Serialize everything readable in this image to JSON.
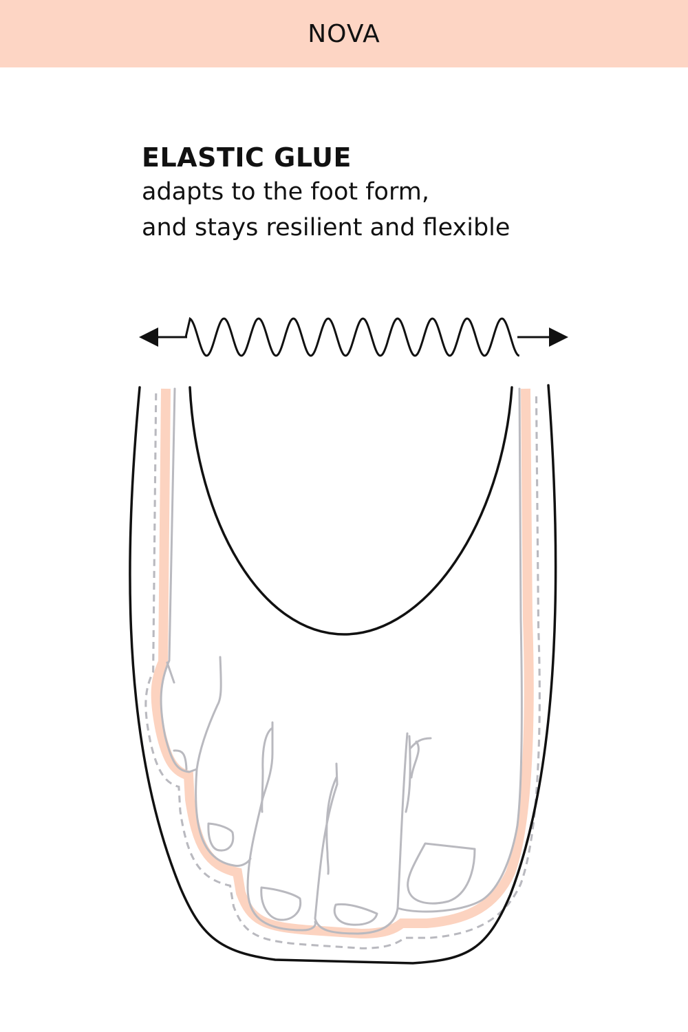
{
  "header": {
    "brand": "NOVA"
  },
  "feature": {
    "title": "ELASTIC GLUE",
    "lines": [
      "adapts to the foot form,",
      "and stays resilient and flexible"
    ]
  },
  "colors": {
    "header_bg": "#fdd5c4",
    "glue": "#fcd3c0",
    "foot_line": "#b9b9bf",
    "outline": "#111111"
  },
  "icons": {
    "stretch": "double-arrow-wave-icon"
  }
}
